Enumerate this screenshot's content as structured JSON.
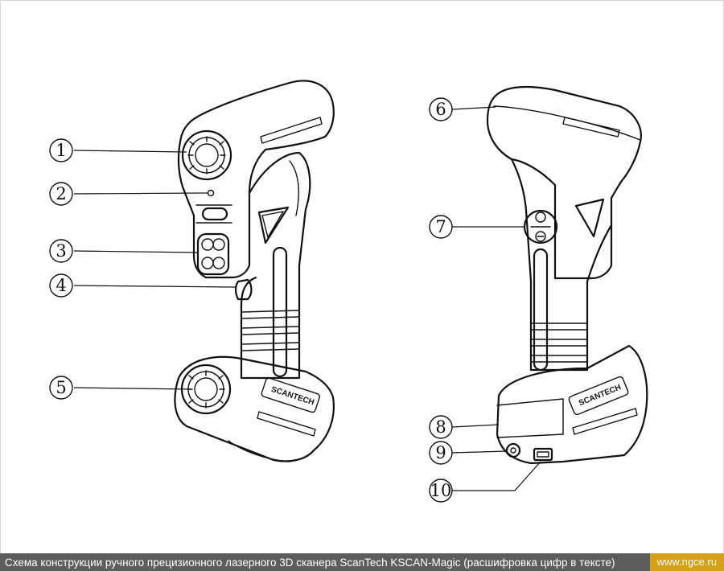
{
  "callouts_left": [
    {
      "number": "1",
      "target": "upper-camera"
    },
    {
      "number": "2",
      "target": "indicator-light"
    },
    {
      "number": "3",
      "target": "laser-window"
    },
    {
      "number": "4",
      "target": "trigger"
    },
    {
      "number": "5",
      "target": "lower-camera"
    }
  ],
  "callouts_right": [
    {
      "number": "6",
      "target": "top-strap"
    },
    {
      "number": "7",
      "target": "button-panel"
    },
    {
      "number": "8",
      "target": "base-cover"
    },
    {
      "number": "9",
      "target": "power-port"
    },
    {
      "number": "10",
      "target": "usb-port"
    }
  ],
  "device_labels": {
    "brand_left": "SCANTECH",
    "brand_right": "SCANTECH"
  },
  "caption": {
    "text": "Схема конструкции ручного прецизионного лазерного 3D сканера ScanTech KSCAN-Magic (расшифровка цифр в тексте)",
    "link": "www.ngce.ru"
  },
  "colors": {
    "caption_bg": "#5d5d5d",
    "link_bg": "#d4a017",
    "line": "#111111"
  }
}
